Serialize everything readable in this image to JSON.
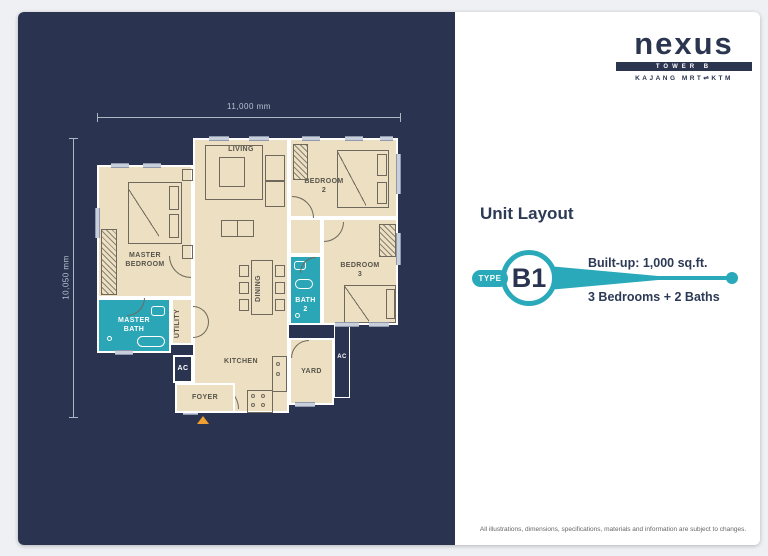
{
  "brand": {
    "logo": "nexus",
    "tower": "TOWER B",
    "tagline": "KAJANG MRT⇌KTM"
  },
  "unit": {
    "heading": "Unit Layout",
    "type_label": "TYPE",
    "type_code": "B1",
    "built_up": "Built-up: 1,000 sq.ft.",
    "config": "3 Bedrooms + 2 Baths"
  },
  "dimensions": {
    "width": "11,000 mm",
    "height": "10,050 mm"
  },
  "rooms": {
    "living": "LIVING",
    "dining": "DINING",
    "kitchen": "KITCHEN",
    "yard": "YARD",
    "foyer": "FOYER",
    "utility": "UTILITY",
    "master_bedroom_1": "MASTER",
    "master_bedroom_2": "BEDROOM",
    "master_bath_1": "MASTER",
    "master_bath_2": "BATH",
    "bedroom2_1": "BEDROOM",
    "bedroom2_2": "2",
    "bedroom3_1": "BEDROOM",
    "bedroom3_2": "3",
    "bath2_1": "BATH",
    "bath2_2": "2",
    "ac": "AC"
  },
  "footer": {
    "disclaimer": "All illustrations, dimensions, specifications, materials and information are subject to changes."
  },
  "colors": {
    "navy": "#2a3450",
    "teal": "#29a9ba",
    "cream": "#ecdfc2",
    "accent_orange": "#f0a030"
  }
}
